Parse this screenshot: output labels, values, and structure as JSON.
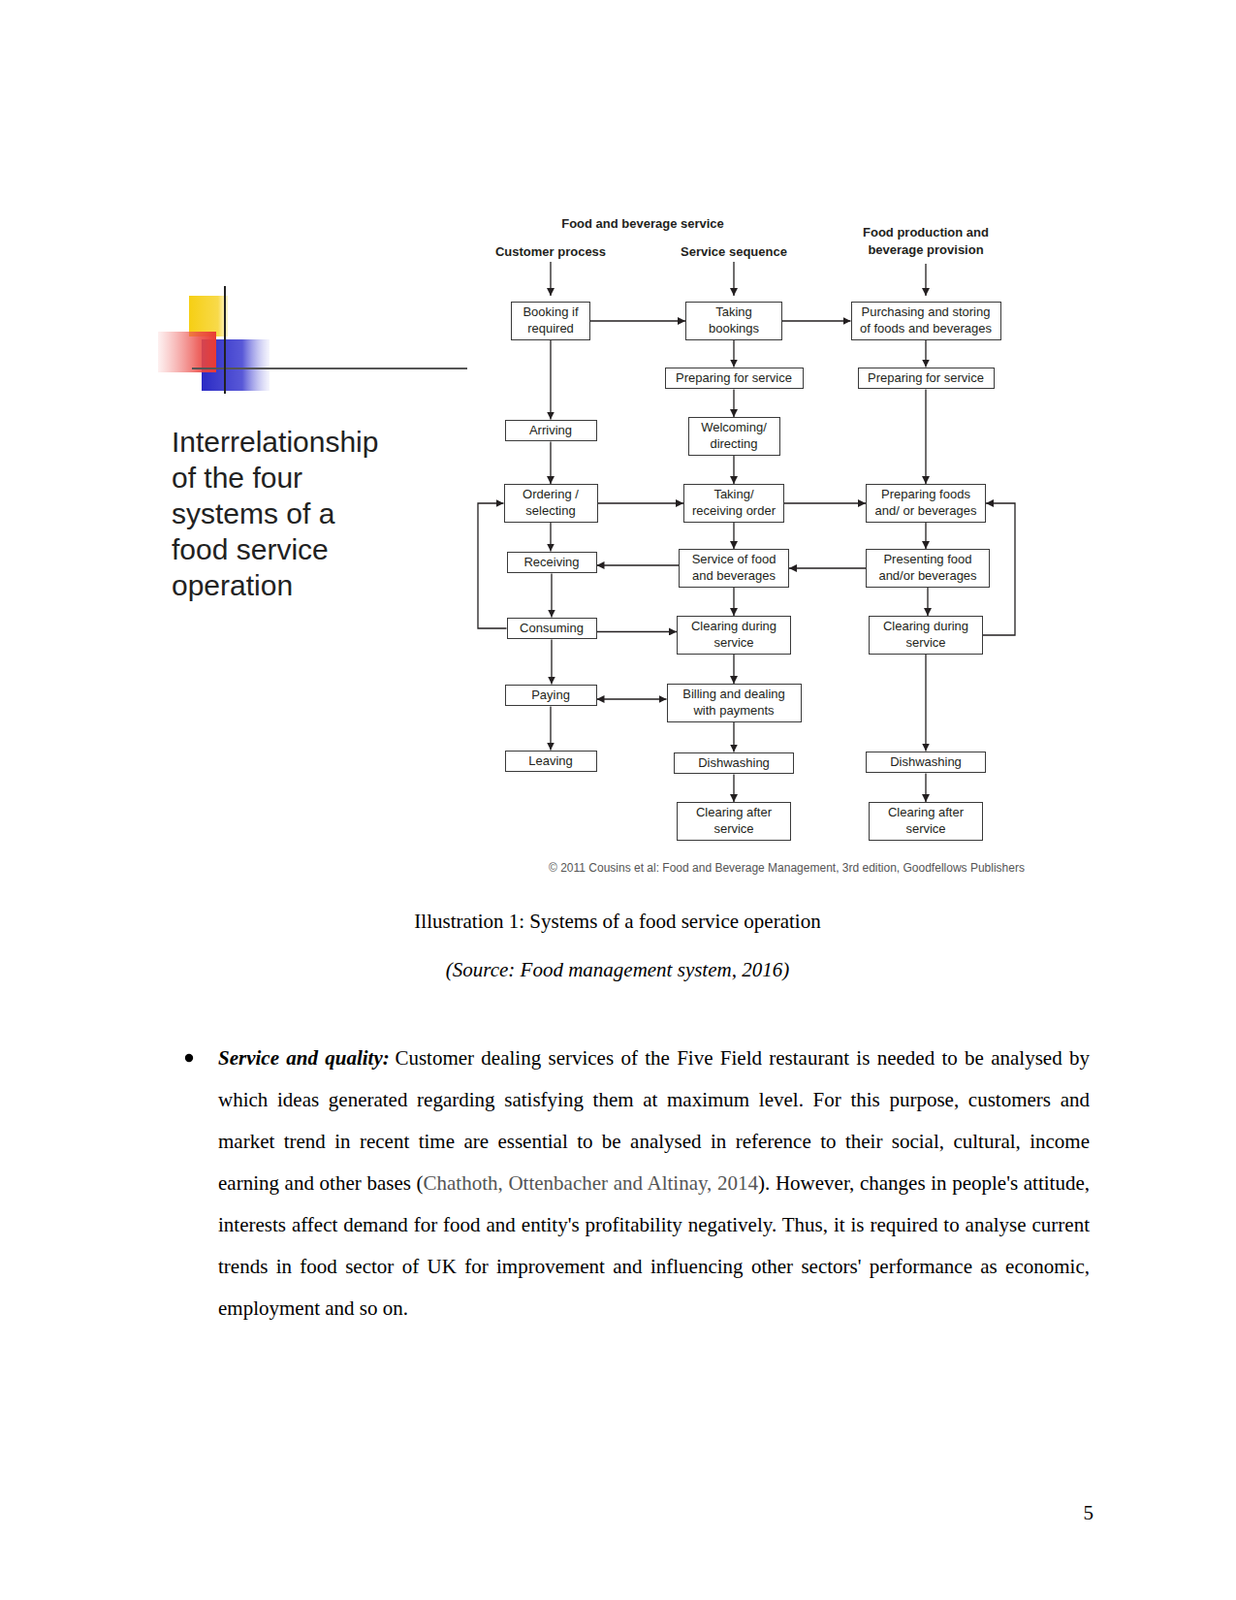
{
  "diagram": {
    "title": "Interrelationship of the four systems of a food service operation",
    "caption": "Illustration 1: Systems of a food service operation",
    "nodes": [
      {
        "text": [
          "Booking if required"
        ]
      },
      {
        "text": [
          "Taking bookings"
        ]
      },
      {
        "text": [
          "Purchasing and storing of foods and beverages"
        ]
      },
      {
        "text": [
          "Preparing for service"
        ]
      },
      {
        "text": [
          "Preparing for service"
        ]
      },
      {
        "text": [
          "Arriving"
        ]
      },
      {
        "text": [
          "Welcoming/ directing"
        ]
      },
      {
        "text": [
          "Ordering / selecting"
        ]
      },
      {
        "text": [
          "Taking/ receiving order"
        ]
      },
      {
        "text": [
          "Preparing foods and/ or beverages"
        ]
      },
      {
        "text": [
          "Receiving"
        ]
      },
      {
        "text": [
          "Service of food and beverages"
        ]
      },
      {
        "text": [
          "Presenting food and/or beverages"
        ]
      },
      {
        "text": [
          "Consuming"
        ]
      },
      {
        "text": [
          "Clearing during service"
        ]
      },
      {
        "text": [
          "Clearing during service"
        ]
      },
      {
        "text": [
          "Paying"
        ]
      },
      {
        "text": [
          "Billing and dealing with payments"
        ]
      },
      {
        "text": [
          "Leaving"
        ]
      },
      {
        "text": [
          "Dishwashing"
        ]
      },
      {
        "text": [
          "Dishwashing"
        ]
      },
      {
        "text": [
          "Clearing after service"
        ]
      },
      {
        "text": [
          "Clearing after service"
        ]
      }
    ],
    "edges": [
      {
        "from": 0,
        "to": 1,
        "arrow": "to"
      },
      {
        "from": 1,
        "to": 2,
        "arrow": "to"
      },
      {
        "from": 0,
        "to": 5,
        "arrow": "to"
      },
      {
        "from": 1,
        "to": 3,
        "arrow": "to"
      },
      {
        "from": 3,
        "to": 6,
        "arrow": "to"
      },
      {
        "from": 6,
        "to": 8,
        "arrow": "to"
      },
      {
        "from": 2,
        "to": 4,
        "arrow": "to"
      },
      {
        "from": 4,
        "to": 9,
        "arrow": "to"
      },
      {
        "from": 5,
        "to": 7,
        "arrow": "to"
      },
      {
        "from": 7,
        "to": 8,
        "arrow": "to"
      },
      {
        "from": 8,
        "to": 9,
        "arrow": "to"
      },
      {
        "from": 7,
        "to": 10,
        "arrow": "to"
      },
      {
        "from": 8,
        "to": 11,
        "arrow": "to"
      },
      {
        "from": 9,
        "to": 12,
        "arrow": "to"
      },
      {
        "from": 11,
        "to": 10,
        "arrow": "to"
      },
      {
        "from": 12,
        "to": 11,
        "arrow": "to"
      },
      {
        "from": 10,
        "to": 13,
        "arrow": "to"
      },
      {
        "from": 11,
        "to": 14,
        "arrow": "to"
      },
      {
        "from": 12,
        "to": 15,
        "arrow": "to"
      },
      {
        "from": 13,
        "to": 14,
        "arrow": "to"
      },
      {
        "from": 13,
        "to": 7,
        "arrow": "to"
      },
      {
        "from": 15,
        "to": 9,
        "arrow": "to"
      },
      {
        "from": 13,
        "to": 16,
        "arrow": "to"
      },
      {
        "from": 14,
        "to": 17,
        "arrow": "to"
      },
      {
        "from": 16,
        "to": 17,
        "arrow": "both"
      },
      {
        "from": 15,
        "to": 20,
        "arrow": "to"
      },
      {
        "from": 16,
        "to": 18,
        "arrow": "to"
      },
      {
        "from": 17,
        "to": 19,
        "arrow": "to"
      },
      {
        "from": 19,
        "to": 21,
        "arrow": "to"
      },
      {
        "from": 20,
        "to": 22,
        "arrow": "to"
      }
    ],
    "labels": [
      "Food and beverage service",
      "Customer process",
      "Service sequence",
      "Food production and beverage provision",
      "© 2011 Cousins et al: Food and Beverage Management, 3rd edition, Goodfellows Publishers",
      "(Source: Food management system, 2016)",
      "Service and quality:",
      "Customer dealing services of the Five Field restaurant is needed to be analysed by which ideas generated regarding satisfying them at maximum level. For this purpose, customers and market trend in recent time are essential to be analysed in reference to their social, cultural, income earning and other bases (",
      "Chathoth, Ottenbacher and Altinay, 2014",
      "). However, changes in people's attitude, interests affect demand for food and entity's profitability negatively. Thus, it is required to analyse current trends in food sector of UK for improvement and influencing other sectors' performance as economic, employment and so on.",
      "5"
    ]
  }
}
